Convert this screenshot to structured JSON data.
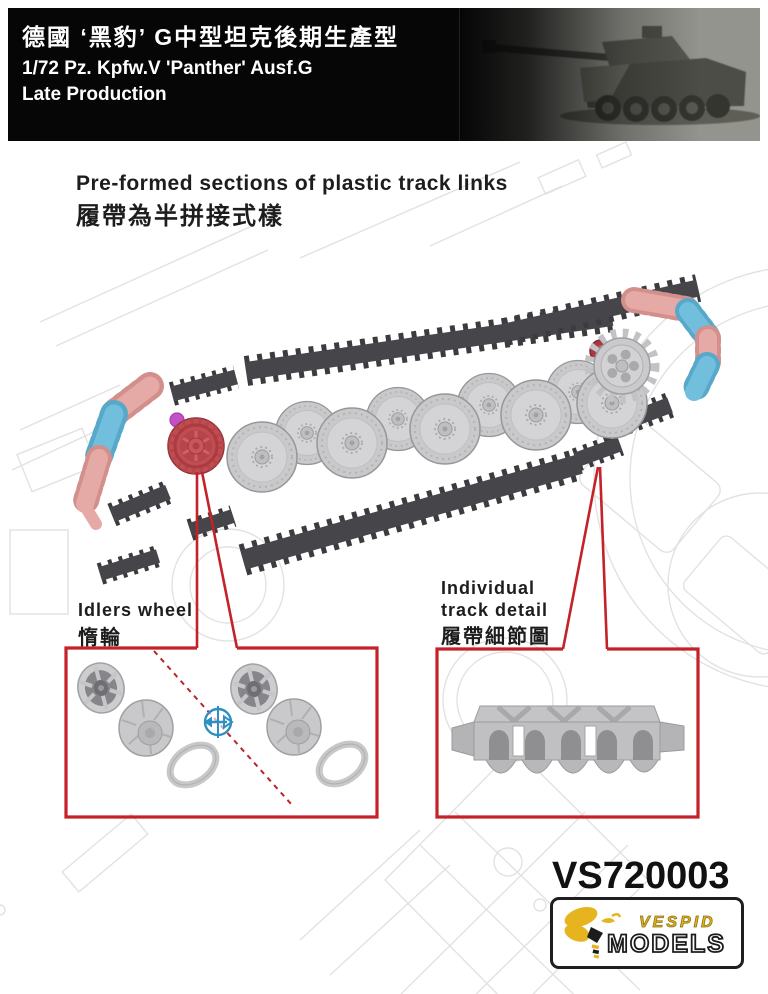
{
  "header": {
    "title_zh": "德國 ‘黑豹’ G中型坦克後期生產型",
    "title_en_line1": "1/72 Pz. Kpfw.V 'Panther' Ausf.G",
    "title_en_line2": "Late Production"
  },
  "intro": {
    "heading_en": "Pre-formed sections of plastic track links",
    "heading_zh": "履帶為半拼接式樣"
  },
  "callouts": {
    "idler": {
      "label_en": "Idlers wheel",
      "label_zh": "惰輪"
    },
    "track": {
      "label_en_line1": "Individual",
      "label_en_line2": "track detail",
      "label_zh": "履帶細節圖"
    }
  },
  "footer": {
    "product_code": "VS720003",
    "brand_top": "VESPID",
    "brand_bottom": "MODELS"
  },
  "icons": {
    "mirror": "mirror-flip-icon",
    "wasp": "vespid-wasp-icon",
    "tank_photo": "panther-tank-photo"
  },
  "colors": {
    "accent_red": "#c42128",
    "track_pink": "#e5a9a6",
    "track_blue": "#72bedd",
    "track_dark": "#46464a",
    "wheel_gray": "#c9c9cb",
    "idler_red": "#c0494e",
    "brand_yellow": "#e6b41e"
  }
}
